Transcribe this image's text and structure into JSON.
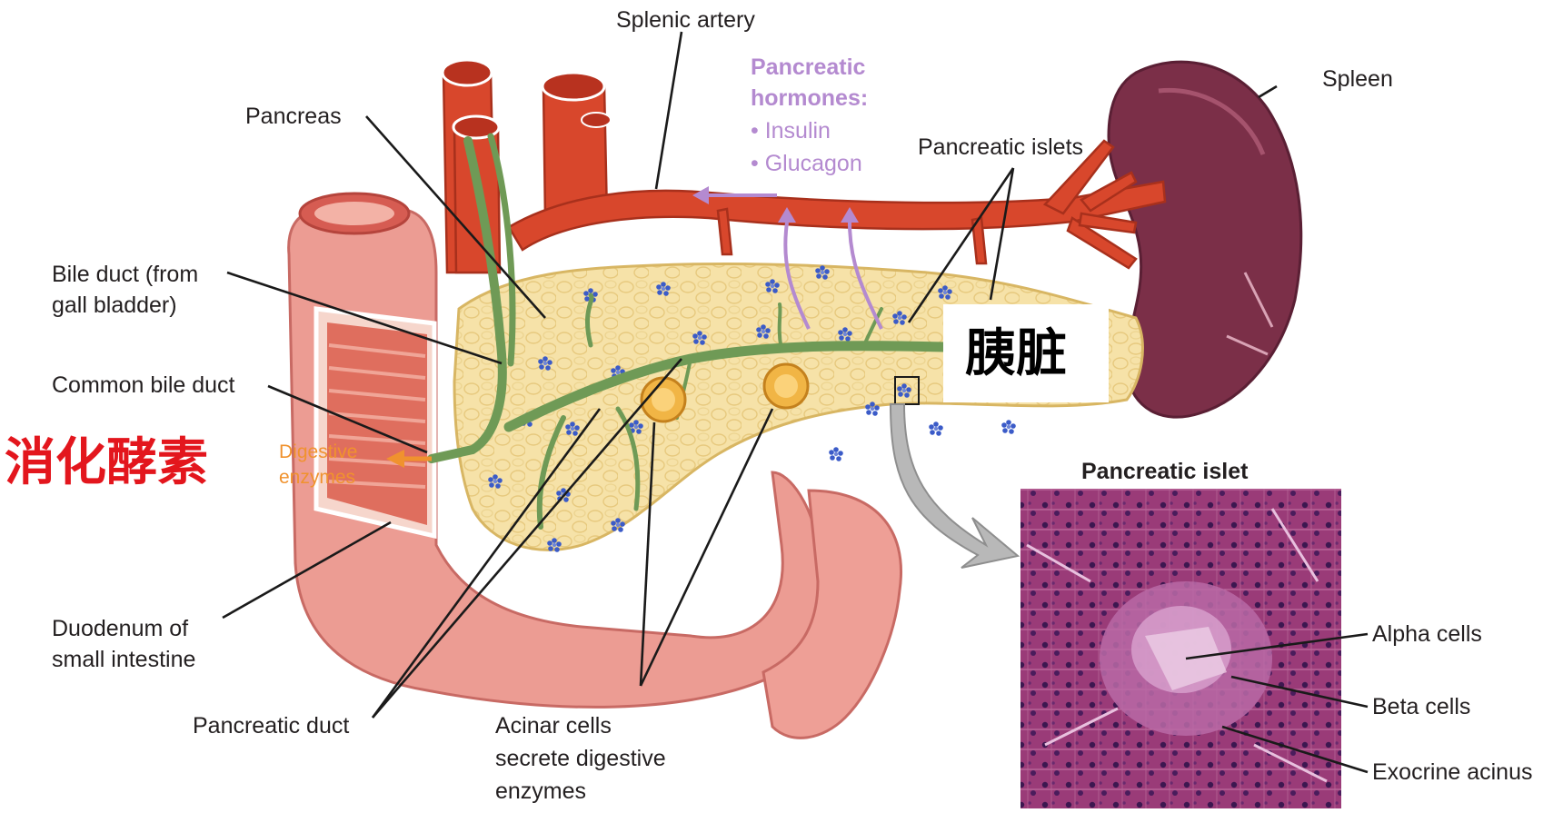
{
  "labels": {
    "splenic_artery": "Splenic artery",
    "pancreatic_hormones_title_1": "Pancreatic",
    "pancreatic_hormones_title_2": "hormones:",
    "hormone_insulin": "• Insulin",
    "hormone_glucagon": "• Glucagon",
    "spleen": "Spleen",
    "pancreas": "Pancreas",
    "pancreatic_islets": "Pancreatic islets",
    "bile_duct_1": "Bile duct (from",
    "bile_duct_2": "gall bladder)",
    "common_bile_duct": "Common bile duct",
    "digestive_enzymes_1": "Digestive",
    "digestive_enzymes_2": "enzymes",
    "duodenum_1": "Duodenum of",
    "duodenum_2": "small intestine",
    "pancreatic_duct": "Pancreatic duct",
    "acinar_1": "Acinar cells",
    "acinar_2": "secrete digestive",
    "acinar_3": "enzymes",
    "pancreatic_islet_inset_title": "Pancreatic islet",
    "alpha_cells": "Alpha cells",
    "beta_cells": "Beta cells",
    "exocrine_acinus": "Exocrine acinus"
  },
  "annotations": {
    "digestive_enzymes_cn": "消化酵素",
    "pancreas_cn": "胰脏"
  },
  "colors": {
    "artery": "#d8472c",
    "pancreas": "#f6e2a8",
    "duct": "#6f9a56",
    "spleen": "#7b2f48",
    "duodenum": "#e9908a",
    "hormone_text": "#b48ad0",
    "enzyme_text": "#f0922e",
    "annotation_red": "#e3161d"
  }
}
